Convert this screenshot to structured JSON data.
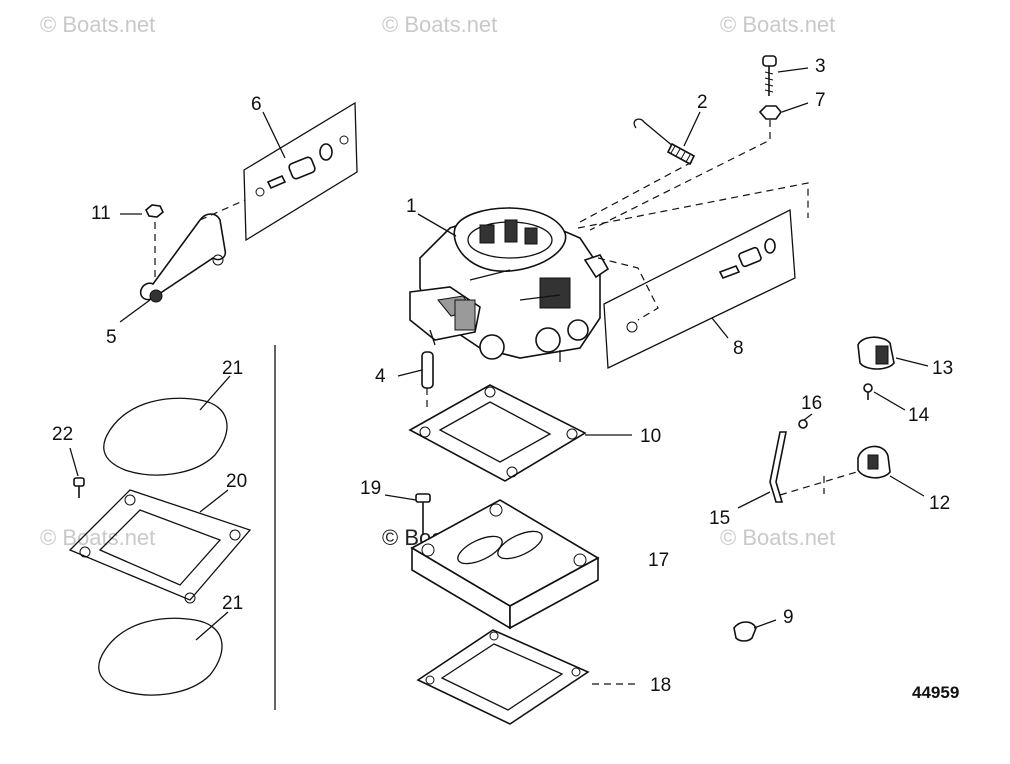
{
  "watermark": "© Boats.net",
  "figure_number": "44959",
  "callouts": [
    "1",
    "2",
    "3",
    "4",
    "5",
    "6",
    "7",
    "8",
    "9",
    "10",
    "11",
    "12",
    "13",
    "14",
    "15",
    "16",
    "17",
    "18",
    "19",
    "20",
    "21",
    "21",
    "22"
  ]
}
